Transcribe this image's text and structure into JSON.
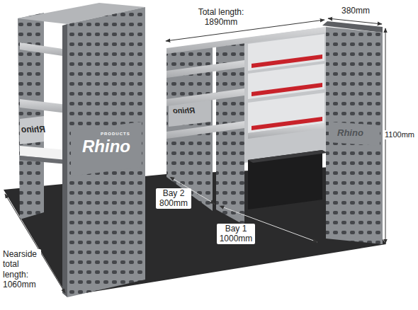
{
  "diagram": {
    "labels": [
      "Total length: 1890mm",
      "380mm",
      "1100mm",
      "Bay 2 800mm",
      "Bay 1 1000mm",
      "Nearside total length: 1060mm",
      "PRODUCTS",
      "Rhino",
      "Rhino",
      "Rhino",
      "Rhino"
    ]
  }
}
